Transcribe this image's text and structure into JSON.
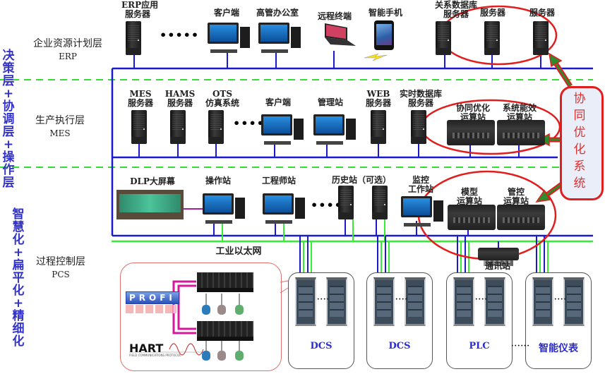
{
  "side_labels": {
    "upper": [
      "决",
      "策",
      "层",
      "+",
      "协",
      "调",
      "层",
      "+",
      "操",
      "作",
      "层"
    ],
    "lower": [
      "智",
      "慧",
      "化",
      "+",
      "扁",
      "平",
      "化",
      "+",
      "精",
      "细",
      "化"
    ]
  },
  "layers": {
    "erp": {
      "name": "企业资源计划层",
      "abbr": "ERP"
    },
    "mes": {
      "name": "生产执行层",
      "abbr": "MES"
    },
    "pcs": {
      "name": "过程控制层",
      "abbr": "PCS"
    }
  },
  "erp_devices": [
    {
      "line1": "ERP应用",
      "line2": "服务器",
      "icon": "server-icon"
    },
    {
      "line1": "客户端",
      "line2": "",
      "icon": "desktop-pc-icon"
    },
    {
      "line1": "高管办公室",
      "line2": "",
      "icon": "desktop-pc-icon"
    },
    {
      "line1": "远程终端",
      "line2": "",
      "icon": "laptop-icon"
    },
    {
      "line1": "智能手机",
      "line2": "",
      "icon": "smartphone-icon"
    },
    {
      "line1": "关系数据库",
      "line2": "服务器",
      "icon": "server-icon"
    },
    {
      "line1": "服务器",
      "line2": "",
      "icon": "server-icon"
    },
    {
      "line1": "服务器",
      "line2": "",
      "icon": "server-icon"
    }
  ],
  "mes_devices": [
    {
      "line1": "MES",
      "line2": "服务器",
      "icon": "server-icon"
    },
    {
      "line1": "HAMS",
      "line2": "服务器",
      "icon": "server-icon"
    },
    {
      "line1": "OTS",
      "line2": "仿真系统",
      "icon": "server-icon"
    },
    {
      "line1": "客户端",
      "line2": "",
      "icon": "desktop-pc-icon"
    },
    {
      "line1": "管理站",
      "line2": "",
      "icon": "desktop-pc-icon"
    },
    {
      "line1": "WEB",
      "line2": "服务器",
      "icon": "server-icon"
    },
    {
      "line1": "实时数据库",
      "line2": "服务器",
      "icon": "server-icon"
    },
    {
      "line1": "协同优化",
      "line2": "运算站",
      "icon": "industrial-pc-icon"
    },
    {
      "line1": "系统能效",
      "line2": "运算站",
      "icon": "industrial-pc-icon"
    }
  ],
  "pcs_devices": [
    {
      "line1": "DLP大屏幕",
      "line2": "",
      "icon": "display-wall-icon"
    },
    {
      "line1": "操作站",
      "line2": "",
      "icon": "desktop-pc-icon"
    },
    {
      "line1": "工程师站",
      "line2": "",
      "icon": "desktop-pc-icon"
    },
    {
      "line1": "历史站（可选）",
      "line2": "",
      "icon": "server-icon"
    },
    {
      "line1": "监控",
      "line2": "工作站",
      "icon": "desktop-pc-icon"
    },
    {
      "line1": "模型",
      "line2": "运算站",
      "icon": "industrial-pc-icon"
    },
    {
      "line1": "管控",
      "line2": "运算站",
      "icon": "industrial-pc-icon"
    },
    {
      "line1": "通讯站",
      "line2": "",
      "icon": "comm-station-icon"
    }
  ],
  "network_label": "工业以太网",
  "collab_system": {
    "chars": [
      "协",
      "同",
      "优",
      "化",
      "系",
      "统"
    ]
  },
  "control_groups": [
    "DCS",
    "DCS",
    "PLC",
    "智能仪表"
  ],
  "fieldbus": {
    "profi": "PROFI",
    "hart": "HART",
    "hart_sub": "FIELD COMMUNICATIONS PROTOCOL"
  },
  "ellipsis": "•••••",
  "colors": {
    "bus_blue": "#1a1acc",
    "ethernet_green": "#33ee33",
    "divider_green": "#33dd33",
    "highlight_red": "#e21d1d",
    "arrow_green": "#2e8b2e",
    "side_label_blue": "#3333cc",
    "group_label_blue": "#2b2bd0",
    "fieldbus_magenta": "#d6189a"
  }
}
